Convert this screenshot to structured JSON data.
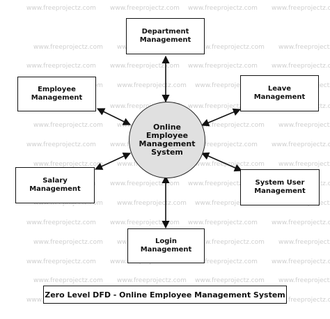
{
  "watermark": "www.freeprojectz.com",
  "process": {
    "label": "Online\nEmployee\nManagement\nSystem"
  },
  "entities": [
    {
      "id": "department",
      "label": "Department\nManagement"
    },
    {
      "id": "employee",
      "label": "Employee\nManagement"
    },
    {
      "id": "leave",
      "label": "Leave\nManagement"
    },
    {
      "id": "salary",
      "label": "Salary\nManagement"
    },
    {
      "id": "system-user",
      "label": "System User\nManagement"
    },
    {
      "id": "login",
      "label": "Login\nManagement"
    }
  ],
  "caption": "Zero Level DFD - Online Employee Management System",
  "colors": {
    "process_fill": "#e0e0e0",
    "stroke": "#111111",
    "watermark": "#cfcfcf"
  }
}
